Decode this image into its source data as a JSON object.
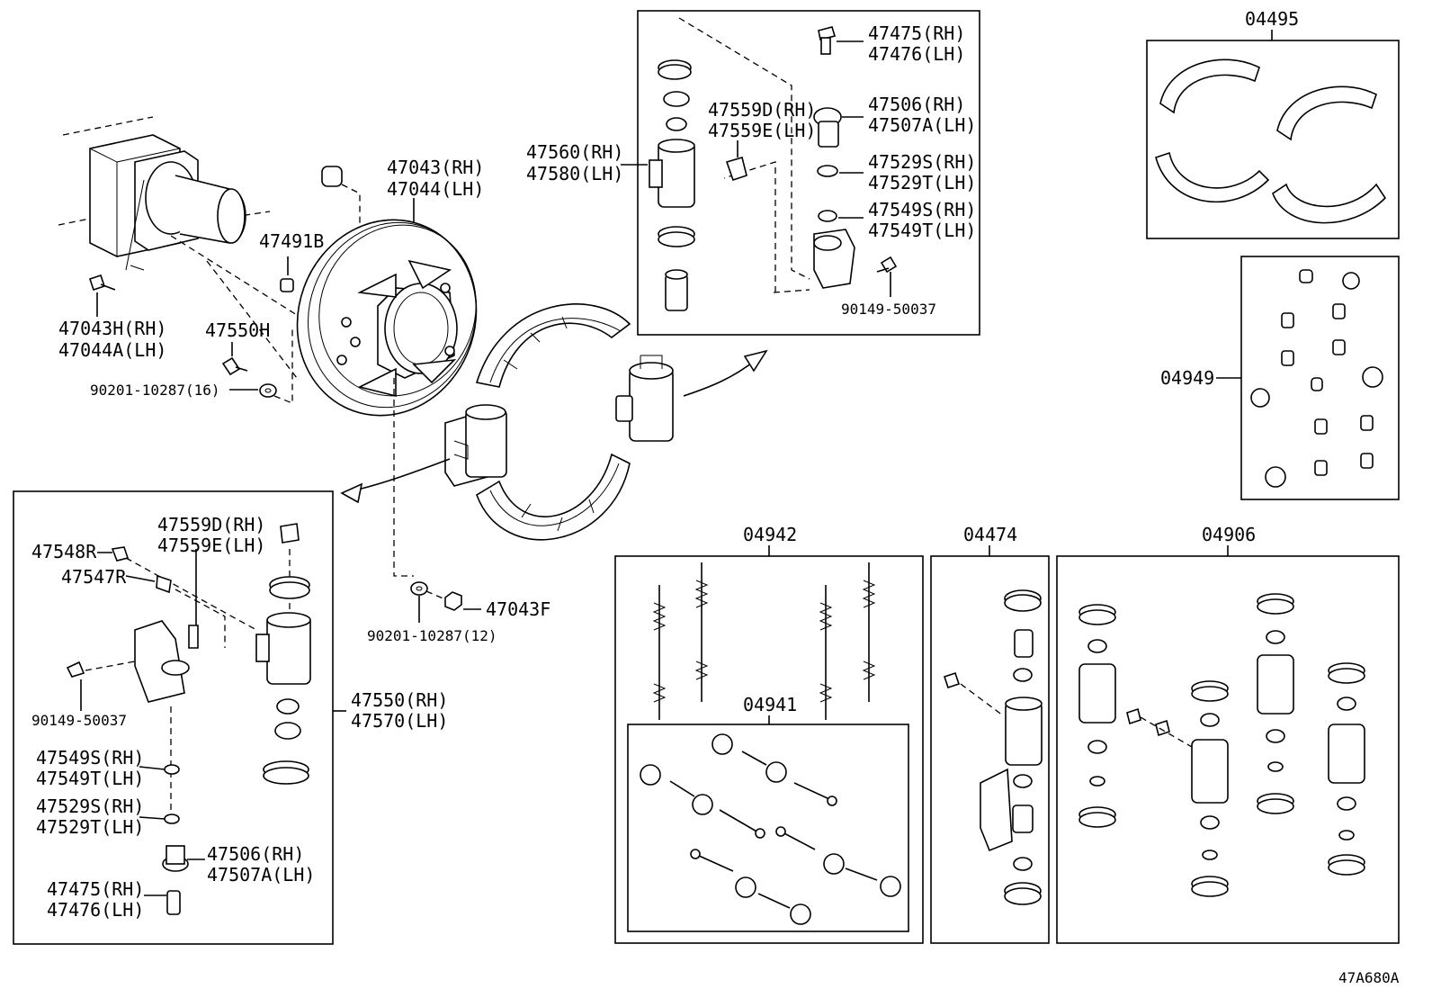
{
  "diagram_code": "47A680A",
  "hub": {
    "bolt_labels": [
      "47043H(RH)",
      "47044A(LH)"
    ],
    "plug_label": "47491B"
  },
  "backing_plate": {
    "labels": [
      "47043(RH)",
      "47044(LH)"
    ],
    "bleeder_label": "47550H",
    "washer_label": "90201-10287(16)",
    "nut_label": "47043F",
    "nut_washer_label": "90201-10287(12)"
  },
  "top_cylinder_box": {
    "group_labels": [
      "47560(RH)",
      "47580(LH)"
    ],
    "items": [
      [
        "47475(RH)",
        "47476(LH)"
      ],
      [
        "47559D(RH)",
        "47559E(LH)"
      ],
      [
        "47506(RH)",
        "47507A(LH)"
      ],
      [
        "47529S(RH)",
        "47529T(LH)"
      ],
      [
        "47549S(RH)",
        "47549T(LH)"
      ]
    ],
    "screw_label": "90149-50037"
  },
  "left_cylinder_box": {
    "items": [
      [
        "47559D(RH)",
        "47559E(LH)"
      ],
      [
        "47548R"
      ],
      [
        "47547R"
      ],
      [
        "90149-50037"
      ],
      [
        "47549S(RH)",
        "47549T(LH)"
      ],
      [
        "47529S(RH)",
        "47529T(LH)"
      ],
      [
        "47506(RH)",
        "47507A(LH)"
      ],
      [
        "47475(RH)",
        "47476(LH)"
      ]
    ],
    "group_labels": [
      "47550(RH)",
      "47570(LH)"
    ]
  },
  "kits": {
    "shoe_kit": "04495",
    "cup_kit": "04949",
    "spring_kit": "04942",
    "hardware_kit": "04941",
    "cylinder_kit": "04474",
    "repair_kit": "04906"
  }
}
